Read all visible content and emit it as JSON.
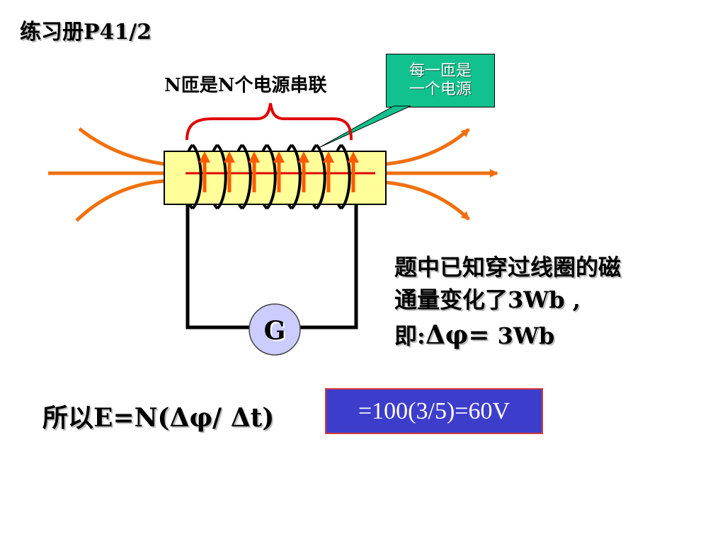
{
  "title": "练习册P41/2",
  "series_label": "N匝是N个电源串联",
  "callout": {
    "line1": "每一匝是",
    "line2": "一个电源"
  },
  "galvanometer_label": "G",
  "given": {
    "line1": "题中已知穿过线圈的磁",
    "line2": "通量变化了3Wb ,",
    "line3_prefix": "即:",
    "line3_delta": "Δφ=",
    "line3_value": " 3Wb"
  },
  "formula": "所以E=N(Δφ/ Δt)",
  "result": "=100(3/5)=60V",
  "colors": {
    "field_lines": "#f07010",
    "core_fill": "#fffe99",
    "core_axis": "#e00000",
    "emf_arrows": "#ff5a00",
    "coil": "#000000",
    "brace": "#e00000",
    "callout_fill": "#12c28e",
    "result_fill": "#3d3dcc",
    "result_border": "#d23a3a"
  }
}
